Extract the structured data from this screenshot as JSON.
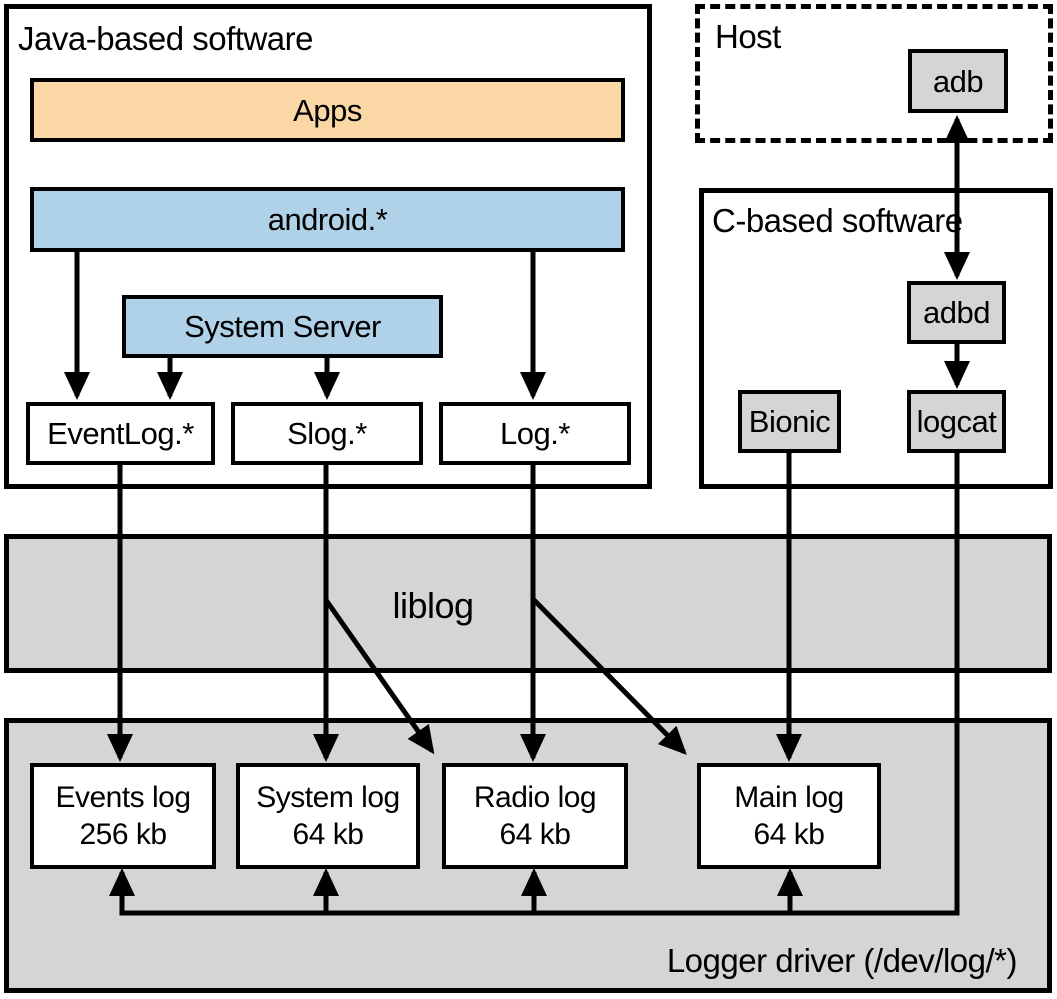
{
  "diagram": {
    "java_section": {
      "title": "Java-based software",
      "apps_label": "Apps",
      "android_label": "android.*",
      "system_server_label": "System Server",
      "eventlog_label": "EventLog.*",
      "slog_label": "Slog.*",
      "log_label": "Log.*"
    },
    "host_section": {
      "title": "Host",
      "adb_label": "adb"
    },
    "c_section": {
      "title": "C-based software",
      "adbd_label": "adbd",
      "bionic_label": "Bionic",
      "logcat_label": "logcat"
    },
    "liblog_label": "liblog",
    "logger_driver_label": "Logger driver (/dev/log/*)",
    "logs": [
      {
        "name": "Events log",
        "size": "256 kb"
      },
      {
        "name": "System log",
        "size": "64 kb"
      },
      {
        "name": "Radio log",
        "size": "64 kb"
      },
      {
        "name": "Main log",
        "size": "64 kb"
      }
    ],
    "colors": {
      "apps_fill": "#fbd7a6",
      "java_lib_fill": "#b0d2e8",
      "process_fill": "#d5d5d5",
      "band_fill": "#d5d5d5",
      "log_box_fill": "#ffffff",
      "line": "#000000"
    }
  }
}
